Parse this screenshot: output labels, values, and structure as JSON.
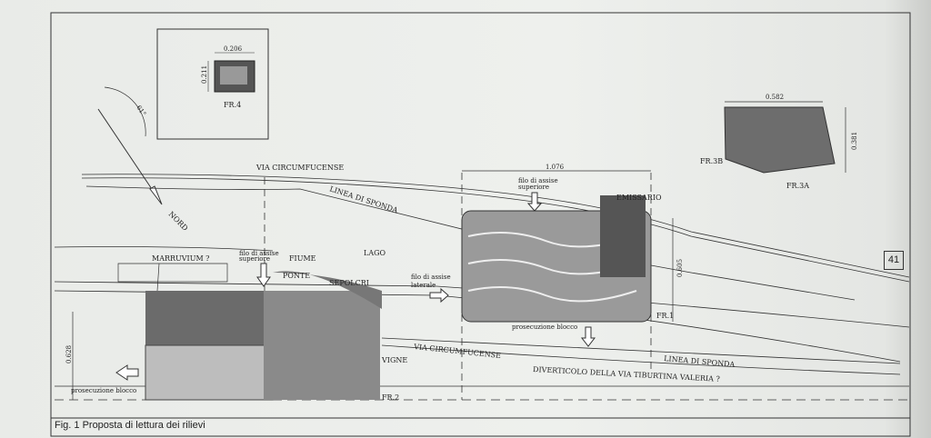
{
  "figure": {
    "caption": "Fig. 1 Proposta di lettura dei rilievi",
    "page_number": "41",
    "labels": {
      "via_circumfucense_top": "VIA CIRCUMFUCENSE",
      "linea_di_sponda_top": "LINEA DI SPONDA",
      "nord": "NORD",
      "angle": "61°",
      "marruvium": "MARRUVIUM ?",
      "filo_superiore_a": "filo di assise",
      "filo_superiore_b": "superiore",
      "fiume": "FIUME",
      "ponte": "PONTE",
      "sepolcri": "SEPOLCRI",
      "lago": "LAGO",
      "filo_laterale_a": "filo di assise",
      "filo_laterale_b": "laterale",
      "filo_fr1_a": "filo di assise",
      "filo_fr1_b": "superiore",
      "emissario": "EMISSARIO",
      "prosecuzione_fr1": "prosecuzione blocco",
      "via_circumfucense_bottom": "VIA CIRCUMFUCENSE",
      "vigne": "VIGNE",
      "linea_di_sponda_bottom": "LINEA DI SPONDA",
      "diverticolo": "DIVERTICOLO  DELLA VIA TIBURTINA VALERIA ?",
      "prosecuzione_fr2": "prosecuzione blocco",
      "fr1": "FR.1",
      "fr2": "FR.2",
      "fr3a": "FR.3A",
      "fr3b": "FR.3B",
      "fr4": "FR.4"
    },
    "dimensions": {
      "fr4_w": "0.206",
      "fr4_h": "0.211",
      "fr3_w": "0.582",
      "fr3_h": "0.381",
      "fr1_w": "1.076",
      "fr1_h": "0.605",
      "fr2_h": "0.628"
    }
  }
}
